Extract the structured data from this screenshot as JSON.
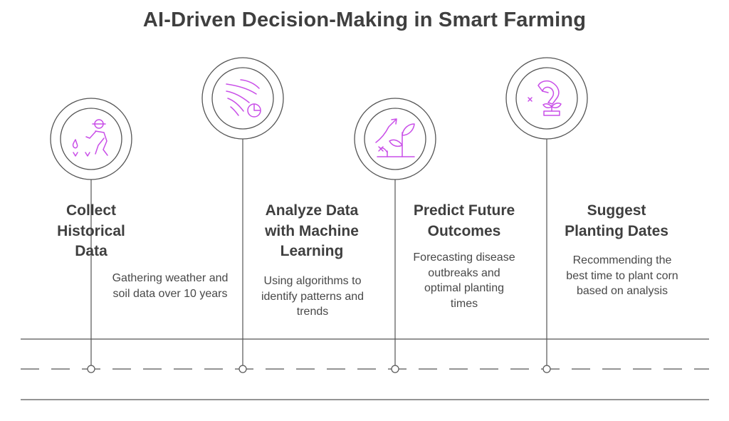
{
  "title": "AI-Driven Decision-Making in Smart Farming",
  "colors": {
    "line": "#555555",
    "text": "#3f3f3f",
    "icon": "#c94fe8"
  },
  "steps": [
    {
      "icon": "farmer-collecting-data-icon",
      "title_lines": [
        "Collect",
        "Historical",
        "Data"
      ],
      "desc_lines": [
        "Gathering weather and",
        "soil data over 10 years"
      ]
    },
    {
      "icon": "wind-flow-chart-icon",
      "title_lines": [
        "Analyze Data",
        "with Machine",
        "Learning"
      ],
      "desc_lines": [
        "Using algorithms to",
        "identify patterns and",
        "trends"
      ]
    },
    {
      "icon": "growth-trend-plant-icon",
      "title_lines": [
        "Predict Future",
        "Outcomes"
      ],
      "desc_lines": [
        "Forecasting disease",
        "outbreaks and",
        "optimal planting",
        "times"
      ]
    },
    {
      "icon": "planting-seedling-icon",
      "title_lines": [
        "Suggest",
        "Planting Dates"
      ],
      "desc_lines": [
        "Recommending the",
        "best time to plant corn",
        "based on analysis"
      ]
    }
  ]
}
